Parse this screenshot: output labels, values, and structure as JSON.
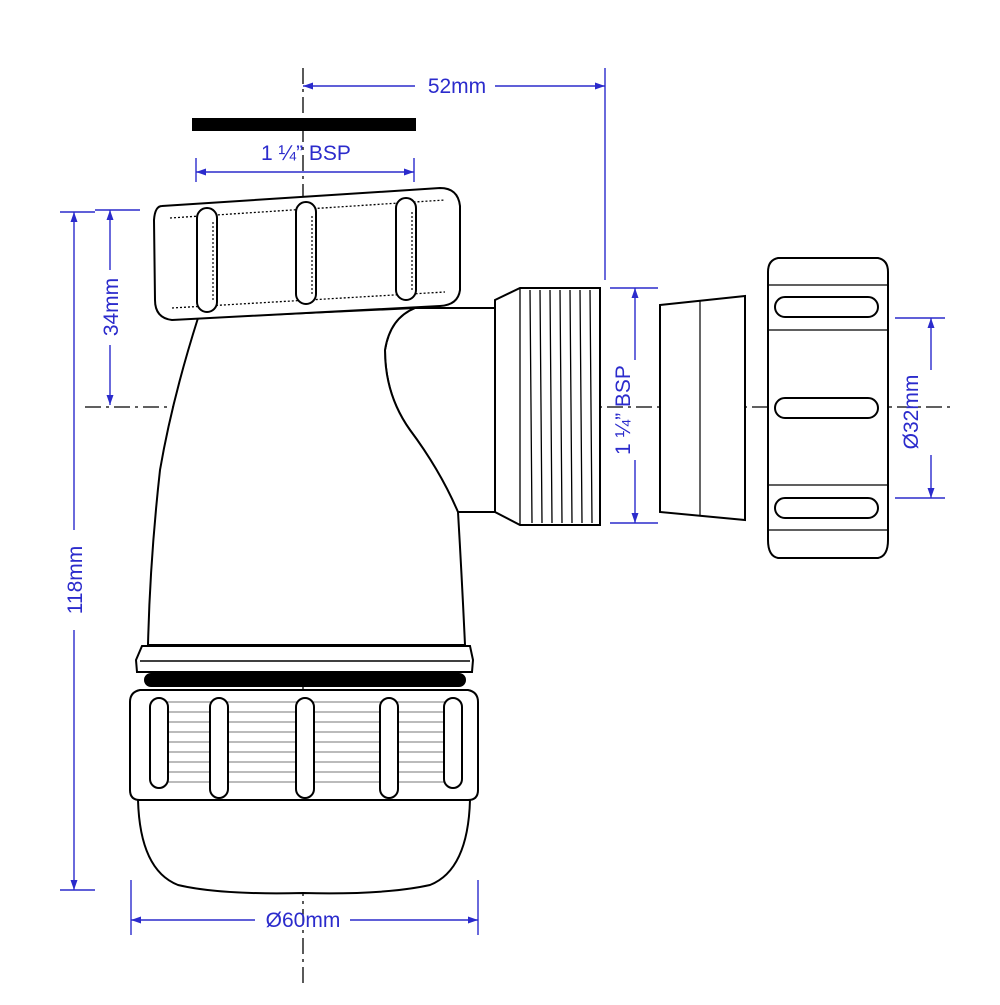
{
  "colors": {
    "dimension": "#2b2bcc",
    "outline": "#000000",
    "background": "#ffffff"
  },
  "dimensions": {
    "top_offset": "52mm",
    "inlet_thread": "1 ¼” BSP",
    "inlet_to_centre": "34mm",
    "overall_height": "118mm",
    "outlet_thread": "1 ¼” BSP",
    "outlet_pipe": "Ø32mm",
    "body_diameter": "Ø60mm"
  }
}
